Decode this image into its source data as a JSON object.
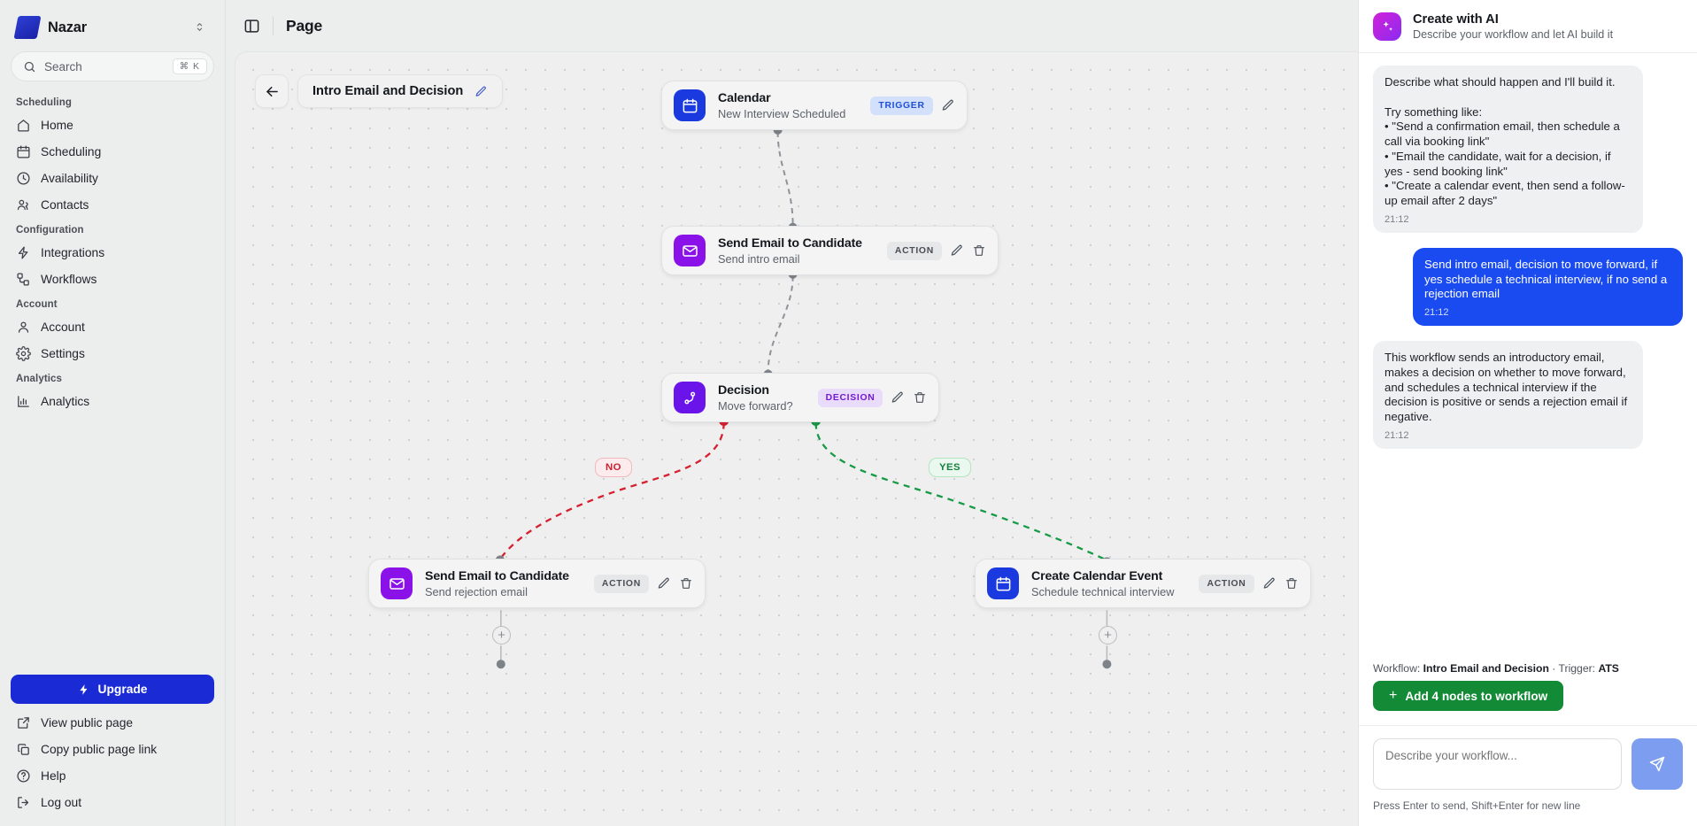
{
  "sidebar": {
    "brand": {
      "name": "Nazar",
      "switcher_icon": "chevron-up-down-icon"
    },
    "search": {
      "placeholder": "Search",
      "shortcut": "⌘ K",
      "icon": "search-icon"
    },
    "sections": [
      {
        "label": "Scheduling",
        "items": [
          {
            "label": "Home",
            "icon": "home-icon"
          },
          {
            "label": "Scheduling",
            "icon": "calendar-icon"
          },
          {
            "label": "Availability",
            "icon": "clock-icon"
          },
          {
            "label": "Contacts",
            "icon": "users-icon"
          }
        ]
      },
      {
        "label": "Configuration",
        "items": [
          {
            "label": "Integrations",
            "icon": "bolt-icon"
          },
          {
            "label": "Workflows",
            "icon": "workflow-icon"
          }
        ]
      },
      {
        "label": "Account",
        "items": [
          {
            "label": "Account",
            "icon": "user-icon"
          },
          {
            "label": "Settings",
            "icon": "gear-icon"
          }
        ]
      },
      {
        "label": "Analytics",
        "items": [
          {
            "label": "Analytics",
            "icon": "bar-chart-icon"
          }
        ]
      }
    ],
    "upgrade": {
      "label": "Upgrade",
      "icon": "bolt-icon"
    },
    "footer_items": [
      {
        "label": "View public page",
        "icon": "external-link-icon"
      },
      {
        "label": "Copy public page link",
        "icon": "copy-icon"
      },
      {
        "label": "Help",
        "icon": "question-circle-icon"
      },
      {
        "label": "Log out",
        "icon": "logout-icon"
      }
    ]
  },
  "topbar": {
    "toggle_icon": "panel-left-icon",
    "title": "Page"
  },
  "canvas": {
    "back_icon": "arrow-left-icon",
    "workflow_title": "Intro Email and Decision",
    "title_edit_icon": "pencil-icon",
    "nodes": [
      {
        "title": "Calendar",
        "subtitle": "New Interview Scheduled",
        "badge": "TRIGGER",
        "icon": "calendar-icon"
      },
      {
        "title": "Send Email to Candidate",
        "subtitle": "Send intro email",
        "badge": "ACTION",
        "icon": "mail-icon"
      },
      {
        "title": "Decision",
        "subtitle": "Move forward?",
        "badge": "DECISION",
        "icon": "branch-icon"
      },
      {
        "title": "Send Email to Candidate",
        "subtitle": "Send rejection email",
        "badge": "ACTION",
        "icon": "mail-icon"
      },
      {
        "title": "Create Calendar Event",
        "subtitle": "Schedule technical interview",
        "badge": "ACTION",
        "icon": "calendar-icon"
      }
    ],
    "edge_labels": {
      "no": "NO",
      "yes": "YES"
    },
    "colors": {
      "no_edge": "#d52030",
      "yes_edge": "#169a45",
      "trigger_blue": "#1a3ae0",
      "action_purple": "#8a12e8",
      "decision_violet": "#6b14ea"
    }
  },
  "ai_panel": {
    "icon": "sparkles-icon",
    "title": "Create with AI",
    "subtitle": "Describe your workflow and let AI build it",
    "messages": [
      {
        "role": "bot",
        "text": "Describe what should happen and I'll build it.\n\nTry something like:\n• \"Send a confirmation email, then schedule a call via booking link\"\n• \"Email the candidate, wait for a decision, if yes - send booking link\"\n• \"Create a calendar event, then send a follow-up email after 2 days\"",
        "time": "21:12"
      },
      {
        "role": "user",
        "text": "Send intro email, decision to move forward, if yes schedule a technical interview, if no send a rejection email",
        "time": "21:12"
      },
      {
        "role": "bot",
        "text": "This workflow sends an introductory email, makes a decision on whether to move forward, and schedules a technical interview if the decision is positive or sends a rejection email if negative.",
        "time": "21:12"
      }
    ],
    "meta": {
      "workflow_prefix": "Workflow: ",
      "workflow_name": "Intro Email and Decision",
      "separator": " · ",
      "trigger_prefix": "Trigger: ",
      "trigger_name": "ATS"
    },
    "add_button": {
      "label": "Add 4 nodes to workflow",
      "plus": "+"
    },
    "composer": {
      "placeholder": "Describe your workflow...",
      "value": "",
      "send_icon": "send-icon",
      "hint": "Press Enter to send, Shift+Enter for new line"
    }
  }
}
